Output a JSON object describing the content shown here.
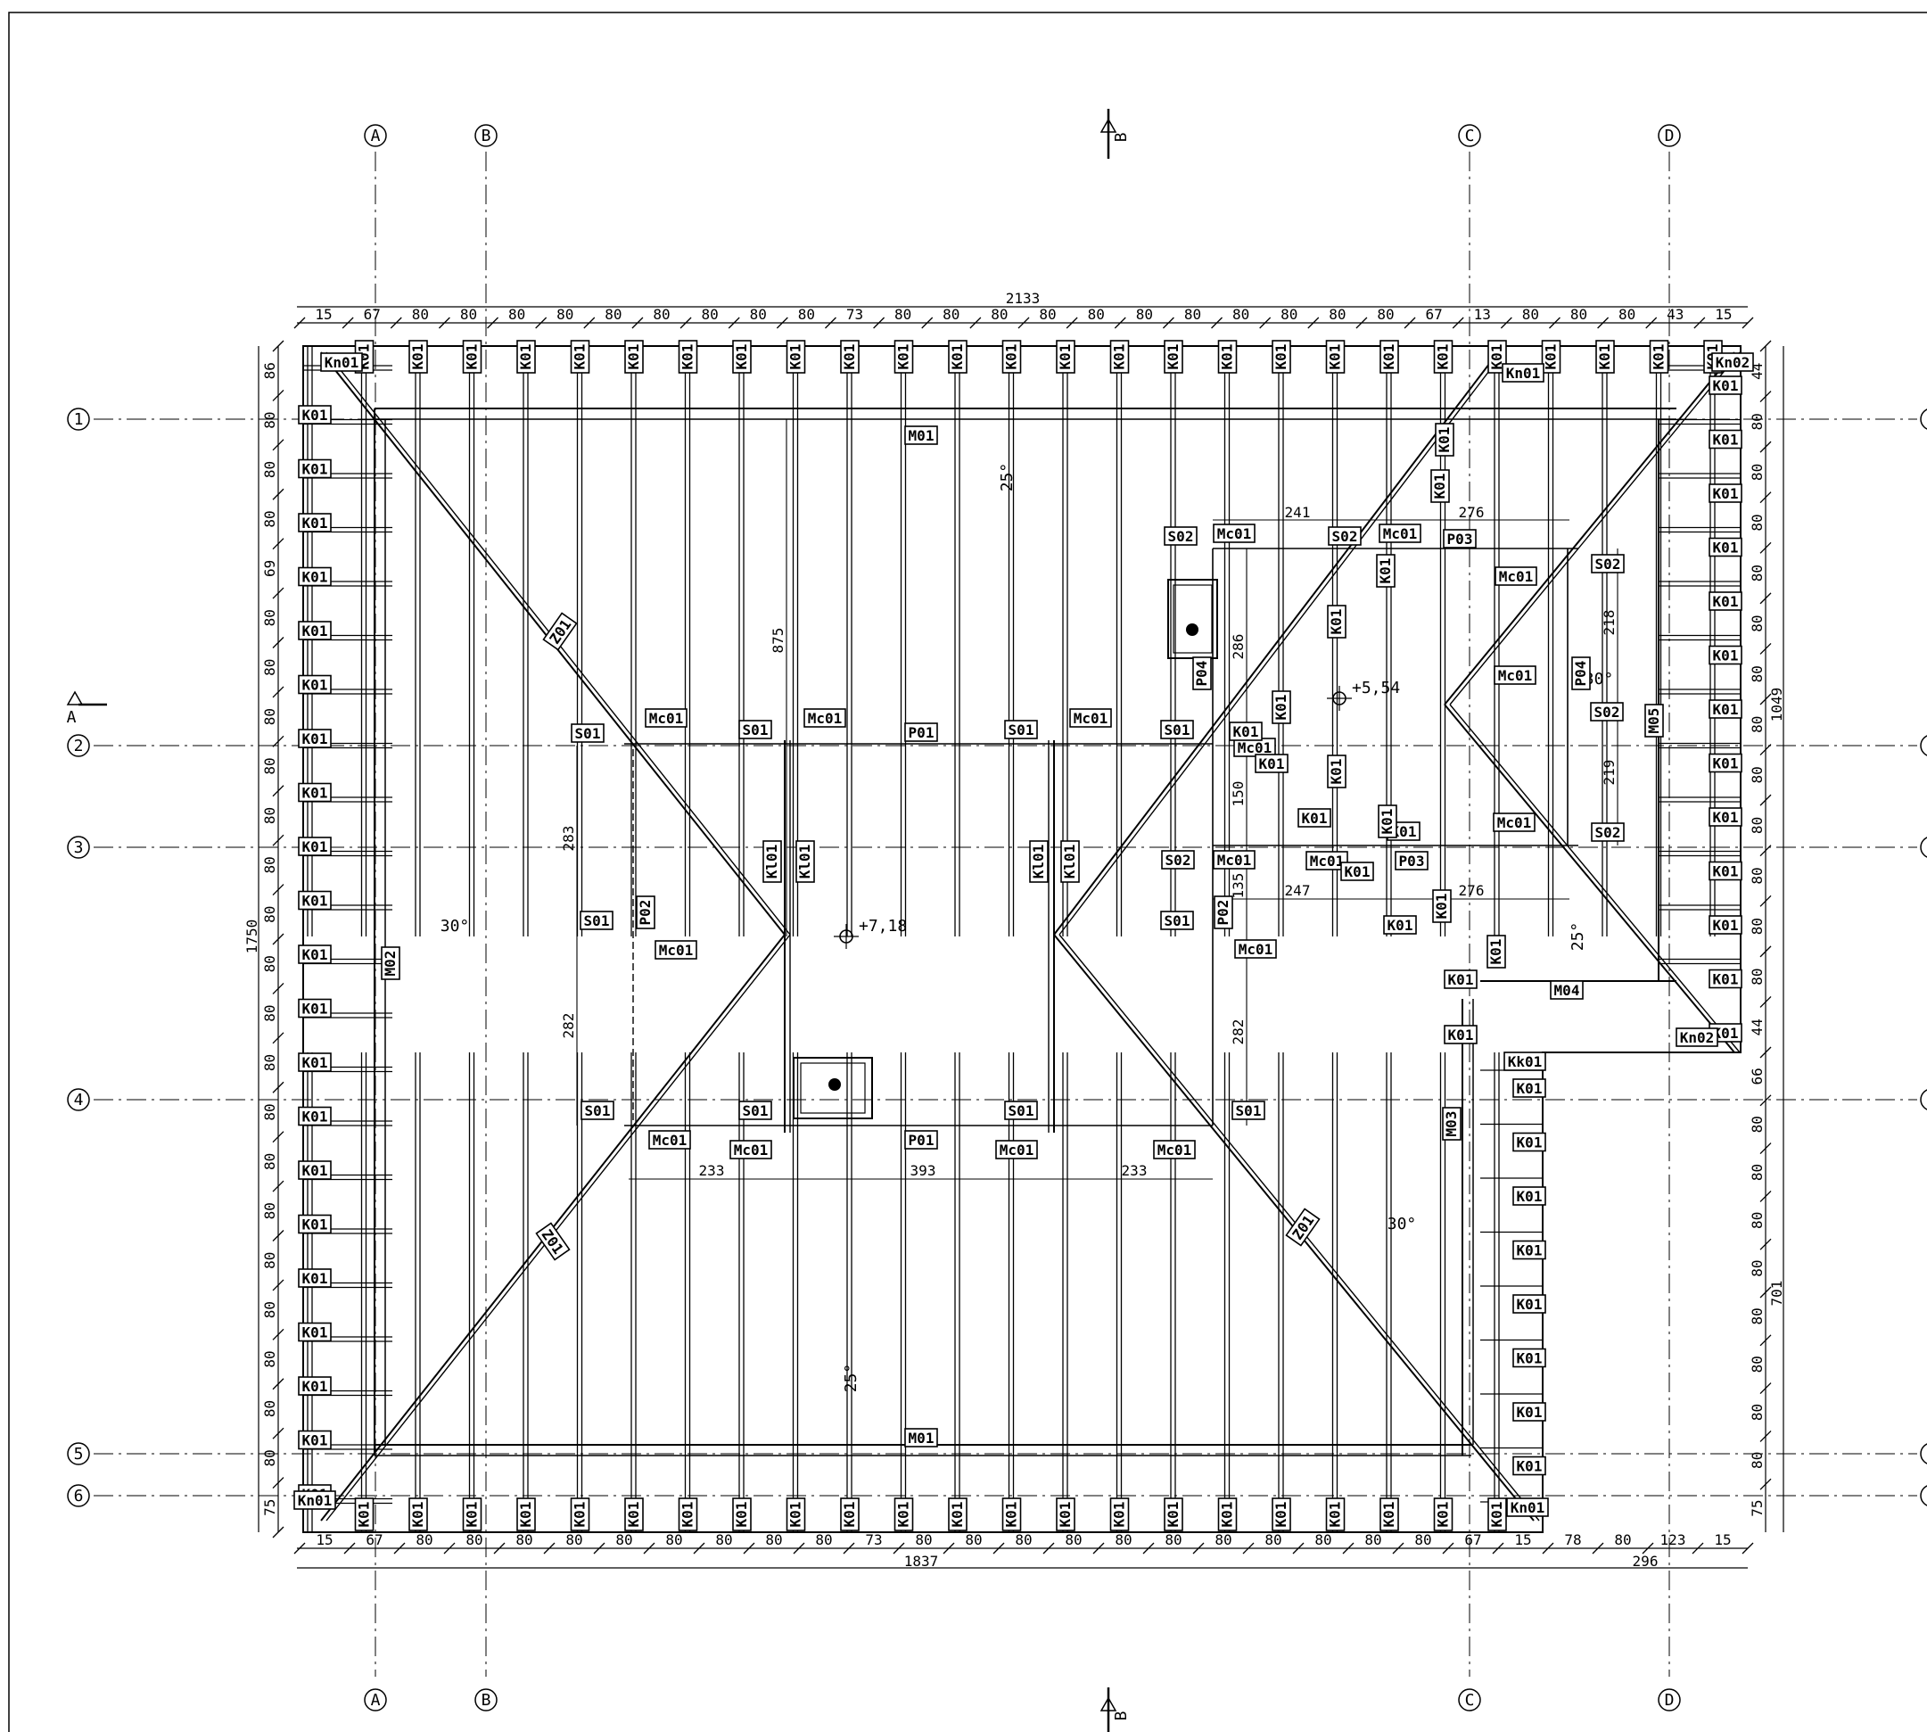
{
  "axes": {
    "columns": [
      "A",
      "B",
      "C",
      "D"
    ],
    "rows": [
      "1",
      "2",
      "3",
      "4",
      "5",
      "6"
    ]
  },
  "section_marks": {
    "a": "A",
    "b": "B"
  },
  "dimensions": {
    "overall_width": "2133",
    "overall_height": "1750",
    "bottom_total": "1837",
    "bottom_right_total": "296",
    "right_upper_total": "1049",
    "right_lower_total": "701",
    "left_height_872": "875",
    "top_chain": [
      "15",
      "67",
      "80",
      "80",
      "80",
      "80",
      "80",
      "80",
      "80",
      "80",
      "80",
      "73",
      "80",
      "80",
      "80",
      "80",
      "80",
      "80",
      "80",
      "80",
      "80",
      "80",
      "80",
      "67",
      "13",
      "80",
      "80",
      "80",
      "43",
      "15"
    ],
    "bottom_chain": [
      "15",
      "67",
      "80",
      "80",
      "80",
      "80",
      "80",
      "80",
      "80",
      "80",
      "80",
      "73",
      "80",
      "80",
      "80",
      "80",
      "80",
      "80",
      "80",
      "80",
      "80",
      "80",
      "80",
      "67",
      "15",
      "78",
      "80",
      "123",
      "15"
    ],
    "left_chain": [
      "86",
      "80",
      "80",
      "80",
      "69",
      "80",
      "80",
      "80",
      "80",
      "80",
      "80",
      "80",
      "80",
      "80",
      "80",
      "80",
      "80",
      "80",
      "80",
      "80",
      "80",
      "80",
      "80",
      "75"
    ],
    "right_chain_upper": [
      "44",
      "80",
      "80",
      "80",
      "80",
      "80",
      "80",
      "80",
      "80",
      "80",
      "80",
      "80",
      "80",
      "44"
    ],
    "right_chain_lower": [
      "66",
      "80",
      "80",
      "80",
      "80",
      "80",
      "80",
      "80",
      "80",
      "75"
    ],
    "inner_233_left": "233",
    "inner_393": "393",
    "inner_233_right": "233",
    "inner_241": "241",
    "inner_276_top": "276",
    "inner_276_mid": "276",
    "inner_247": "247",
    "inner_283": "283",
    "inner_282_left": "282",
    "inner_282_right": "282",
    "inner_286": "286",
    "inner_150": "150",
    "inner_135": "135",
    "inner_218": "218",
    "inner_219": "219"
  },
  "levels": {
    "upper": "+5,54",
    "main": "+7,18"
  },
  "slopes": {
    "main": "25°",
    "hip": "30°",
    "right_wing": "30°",
    "right_small": "25°"
  },
  "labels": {
    "K01": "K01",
    "Kn01": "Kn01",
    "Kn02": "Kn02",
    "Kk01": "Kk01",
    "Kl01": "Kl01",
    "M01": "M01",
    "M02": "M02",
    "M03": "M03",
    "M04": "M04",
    "M05": "M05",
    "Mc01": "Mc01",
    "P01": "P01",
    "P02": "P02",
    "P03": "P03",
    "P04": "P04",
    "S01": "S01",
    "S02": "S02",
    "Z01": "Z01"
  }
}
